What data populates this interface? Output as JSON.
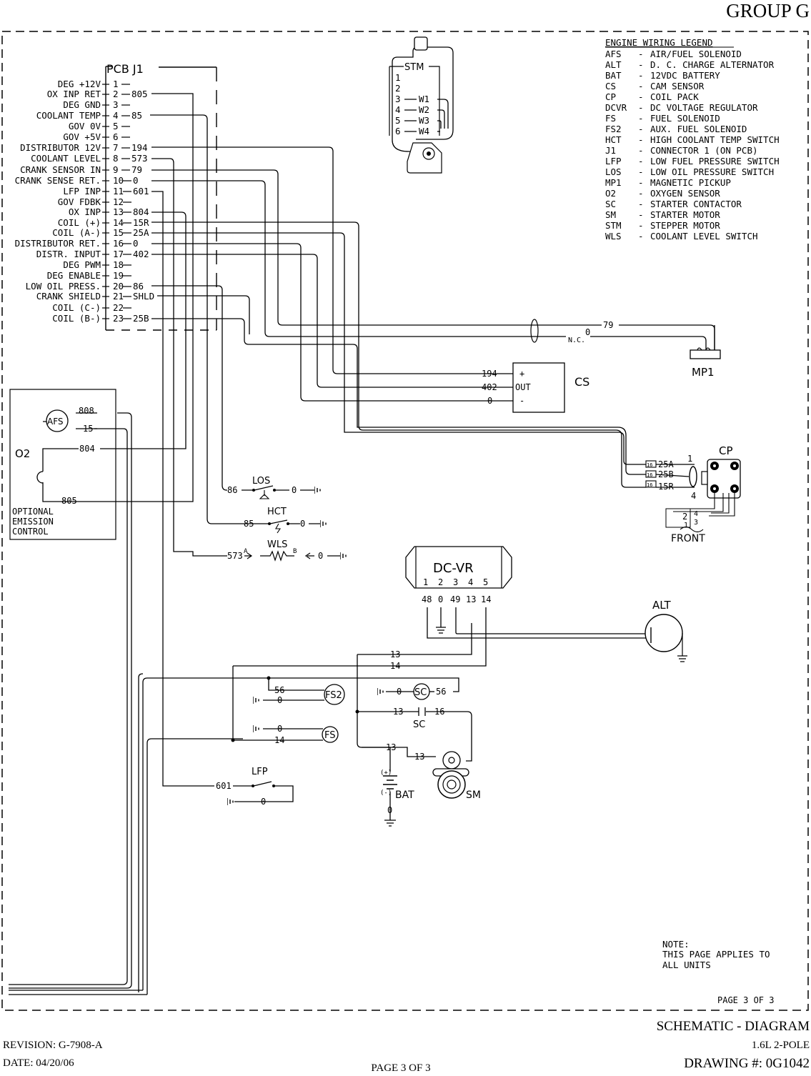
{
  "header": {
    "group": "GROUP G"
  },
  "footer": {
    "title": "SCHEMATIC - DIAGRAM",
    "revision": "REVISION: G-7908-A",
    "model": "1.6L 2-POLE",
    "date": "DATE: 04/20/06",
    "page": "PAGE 3 OF 3",
    "drawing": "DRAWING #: 0G1042"
  },
  "legend": {
    "title": "ENGINE WIRING LEGEND",
    "items": [
      {
        "code": "AFS",
        "desc": "AIR/FUEL SOLENOID"
      },
      {
        "code": "ALT",
        "desc": "D. C.  CHARGE ALTERNATOR"
      },
      {
        "code": "BAT",
        "desc": "12VDC BATTERY"
      },
      {
        "code": "CS",
        "desc": "CAM SENSOR"
      },
      {
        "code": "CP",
        "desc": "COIL PACK"
      },
      {
        "code": "DCVR",
        "desc": "DC VOLTAGE REGULATOR"
      },
      {
        "code": "FS",
        "desc": "FUEL SOLENOID"
      },
      {
        "code": "FS2",
        "desc": "AUX. FUEL SOLENOID"
      },
      {
        "code": "HCT",
        "desc": "HIGH COOLANT TEMP SWITCH"
      },
      {
        "code": "J1",
        "desc": "CONNECTOR 1 (ON PCB)"
      },
      {
        "code": "LFP",
        "desc": "LOW FUEL PRESSURE SWITCH"
      },
      {
        "code": "LOS",
        "desc": "LOW OIL PRESSURE SWITCH"
      },
      {
        "code": "MP1",
        "desc": "MAGNETIC PICKUP"
      },
      {
        "code": "O2",
        "desc": "OXYGEN SENSOR"
      },
      {
        "code": "SC",
        "desc": "STARTER CONTACTOR"
      },
      {
        "code": "SM",
        "desc": "STARTER MOTOR"
      },
      {
        "code": "STM",
        "desc": "STEPPER MOTOR"
      },
      {
        "code": "WLS",
        "desc": "COOLANT LEVEL SWITCH"
      }
    ]
  },
  "note": {
    "title": "NOTE:",
    "lines": [
      "THIS PAGE APPLIES TO",
      "ALL UNITS"
    ]
  },
  "page_inner": "PAGE 3 OF 3",
  "pcb": {
    "title": "PCB J1",
    "pins": [
      {
        "label": "DEG +12V",
        "num": "1",
        "wire": ""
      },
      {
        "label": "OX INP RET",
        "num": "2",
        "wire": "805"
      },
      {
        "label": "DEG GND",
        "num": "3",
        "wire": ""
      },
      {
        "label": "COOLANT TEMP",
        "num": "4",
        "wire": "85"
      },
      {
        "label": "GOV 0V",
        "num": "5",
        "wire": ""
      },
      {
        "label": "GOV +5V",
        "num": "6",
        "wire": ""
      },
      {
        "label": "DISTRIBUTOR 12V",
        "num": "7",
        "wire": "194"
      },
      {
        "label": "COOLANT LEVEL",
        "num": "8",
        "wire": "573"
      },
      {
        "label": "CRANK SENSOR IN",
        "num": "9",
        "wire": "79"
      },
      {
        "label": "CRANK SENSE RET.",
        "num": "10",
        "wire": "0"
      },
      {
        "label": "LFP INP",
        "num": "11",
        "wire": "601"
      },
      {
        "label": "GOV FDBK",
        "num": "12",
        "wire": ""
      },
      {
        "label": "OX INP",
        "num": "13",
        "wire": "804"
      },
      {
        "label": "COIL (+)",
        "num": "14",
        "wire": "15R"
      },
      {
        "label": "COIL (A-)",
        "num": "15",
        "wire": "25A"
      },
      {
        "label": "DISTRIBUTOR RET.",
        "num": "16",
        "wire": "0"
      },
      {
        "label": "DISTR. INPUT",
        "num": "17",
        "wire": "402"
      },
      {
        "label": "DEG PWM",
        "num": "18",
        "wire": ""
      },
      {
        "label": "DEG ENABLE",
        "num": "19",
        "wire": ""
      },
      {
        "label": "LOW OIL PRESS.",
        "num": "20",
        "wire": "86"
      },
      {
        "label": "CRANK SHIELD",
        "num": "21",
        "wire": "SHLD"
      },
      {
        "label": "COIL (C-)",
        "num": "22",
        "wire": ""
      },
      {
        "label": "COIL (B-)",
        "num": "23",
        "wire": "25B"
      }
    ]
  },
  "stm": {
    "title": "STM",
    "pins": [
      "1",
      "2",
      "3",
      "4",
      "5",
      "6"
    ],
    "wires": [
      "W1",
      "W2",
      "W3",
      "W4"
    ]
  },
  "mp1": {
    "label": "MP1",
    "w79": "79",
    "w0": "0",
    "nc": "N.C."
  },
  "cs": {
    "label": "CS",
    "pins": [
      "+",
      "OUT",
      "-"
    ],
    "wires": [
      "194",
      "402",
      "0"
    ]
  },
  "cp": {
    "label": "CP",
    "front": "FRONT",
    "wires": [
      "25A",
      "25B",
      "15R"
    ],
    "tag": "16",
    "nums": [
      "1",
      "2",
      "3",
      "4"
    ]
  },
  "o2": {
    "label": "O2",
    "afs": "AFS",
    "wires": [
      "808",
      "15",
      "804",
      "805"
    ],
    "caption": [
      "OPTIONAL",
      "EMISSION",
      "CONTROL"
    ]
  },
  "los": {
    "label": "LOS",
    "wire": "86",
    "gnd": "0"
  },
  "hct": {
    "label": "HCT",
    "wire": "85",
    "gnd": "0"
  },
  "wls": {
    "label": "WLS",
    "wire": "573",
    "a": "A",
    "b": "B",
    "gnd": "0"
  },
  "dcvr": {
    "label": "DC-VR",
    "pins": [
      "1",
      "2",
      "3",
      "4",
      "5"
    ],
    "wires": [
      "48",
      "0",
      "49",
      "13",
      "14"
    ]
  },
  "alt": {
    "label": "ALT"
  },
  "wires13_14": {
    "w13": "13",
    "w14": "14"
  },
  "fs2": {
    "label": "FS2",
    "w56": "56",
    "w0": "0"
  },
  "sc": {
    "label": "SC",
    "w0": "0",
    "w56": "56",
    "w13": "13",
    "w16": "16",
    "contact": "SC"
  },
  "fs": {
    "label": "FS",
    "w0": "0",
    "w14": "14"
  },
  "bat": {
    "label": "BAT",
    "plus": "(+)",
    "minus": "(-)",
    "w13": "13",
    "w0": "0"
  },
  "sm": {
    "label": "SM",
    "w13": "13"
  },
  "lfp": {
    "label": "LFP",
    "wire": "601",
    "gnd": "0"
  }
}
